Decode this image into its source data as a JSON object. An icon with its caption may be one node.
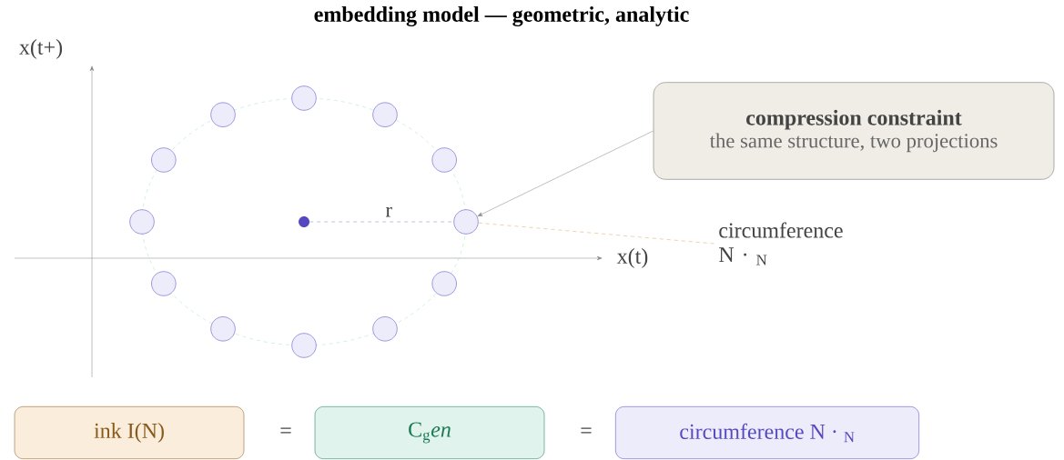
{
  "diagram": {
    "title": "embedding model — geometric, analytic",
    "nodes": [
      {
        "text": [
          "compression constraint",
          "the same structure, two projections"
        ]
      },
      {
        "text": [
          "circumference N · $_{N}$"
        ]
      },
      {
        "text": [],
        "shape": "circle"
      },
      {
        "text": [],
        "shape": "circle"
      },
      {
        "text": [],
        "shape": "circle"
      },
      {
        "text": [],
        "shape": "circle"
      },
      {
        "text": [],
        "shape": "circle"
      },
      {
        "text": [],
        "shape": "circle"
      },
      {
        "text": [],
        "shape": "circle"
      },
      {
        "text": [],
        "shape": "circle"
      },
      {
        "text": [],
        "shape": "circle"
      },
      {
        "text": [],
        "shape": "circle"
      },
      {
        "text": [],
        "shape": "circle"
      },
      {
        "text": [],
        "shape": "circle"
      },
      {
        "text": [],
        "shape": "circle"
      },
      {
        "text": [
          "ink I(N)"
        ]
      },
      {
        "text": [
          "C$_{g}$*en*"
        ]
      },
      {
        "text": [
          "circumference N · $_{N}$"
        ]
      }
    ],
    "edges": [
      {
        "from": 2,
        "to": 9,
        "arrow": "none",
        "label": "r",
        "style": "dashed",
        "color": "#8a84e6"
      },
      {
        "from": 0,
        "to": 9,
        "arrow": "to",
        "color": "#888888"
      },
      {
        "from": 1,
        "to": 9,
        "arrow": "none",
        "style": "dashed",
        "color": "#e0a866"
      }
    ],
    "labels": [
      "x(t+)",
      "x(t)",
      "=",
      "="
    ]
  }
}
